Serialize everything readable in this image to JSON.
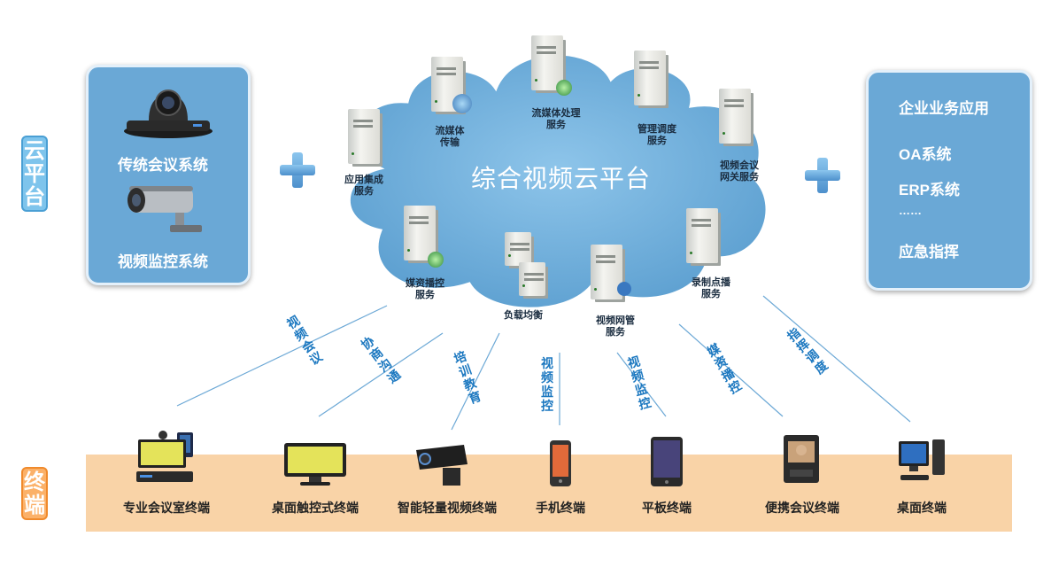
{
  "side_labels": {
    "cloud": [
      "云",
      "平",
      "台"
    ],
    "terminal": [
      "终",
      "端"
    ]
  },
  "left_panel": {
    "item1": "传统会议系统",
    "item2": "视频监控系统"
  },
  "right_panel": {
    "title": "企业业务应用",
    "items": [
      "OA系统",
      "ERP系统",
      "……",
      "应急指挥"
    ]
  },
  "cloud": {
    "title": "综合视频云平台",
    "services": [
      {
        "line1": "应用集成",
        "line2": "服务"
      },
      {
        "line1": "流媒体",
        "line2": "传输"
      },
      {
        "line1": "流媒体处理",
        "line2": "服务"
      },
      {
        "line1": "管理调度",
        "line2": "服务"
      },
      {
        "line1": "视频会议",
        "line2": "网关服务"
      },
      {
        "line1": "媒资播控",
        "line2": "服务"
      },
      {
        "line1": "负载均衡",
        "line2": ""
      },
      {
        "line1": "视频网管",
        "line2": "服务"
      },
      {
        "line1": "录制点播",
        "line2": "服务"
      }
    ]
  },
  "channels": [
    [
      "视",
      "频",
      "会",
      "议"
    ],
    [
      "协",
      "商",
      "沟",
      "通"
    ],
    [
      "培",
      "训",
      "教",
      "育"
    ],
    [
      "视",
      "频",
      "监",
      "控"
    ],
    [
      "视",
      "频",
      "监",
      "控"
    ],
    [
      "媒",
      "资",
      "播",
      "控"
    ],
    [
      "指",
      "挥",
      "调",
      "度"
    ]
  ],
  "terminals": [
    {
      "label": "专业会议室终端",
      "icon": "conference-room-terminal-icon"
    },
    {
      "label": "桌面触控式终端",
      "icon": "touch-monitor-icon"
    },
    {
      "label": "智能轻量视频终端",
      "icon": "lightweight-camera-icon"
    },
    {
      "label": "手机终端",
      "icon": "mobile-phone-icon"
    },
    {
      "label": "平板终端",
      "icon": "tablet-icon"
    },
    {
      "label": "便携会议终端",
      "icon": "portable-terminal-icon"
    },
    {
      "label": "桌面终端",
      "icon": "desktop-pc-icon"
    }
  ],
  "colors": {
    "panel": "#6aa8d6",
    "cloud": "#6eaedb",
    "terminal_band": "#f9d3a7",
    "channel_text": "#1c78c0"
  }
}
